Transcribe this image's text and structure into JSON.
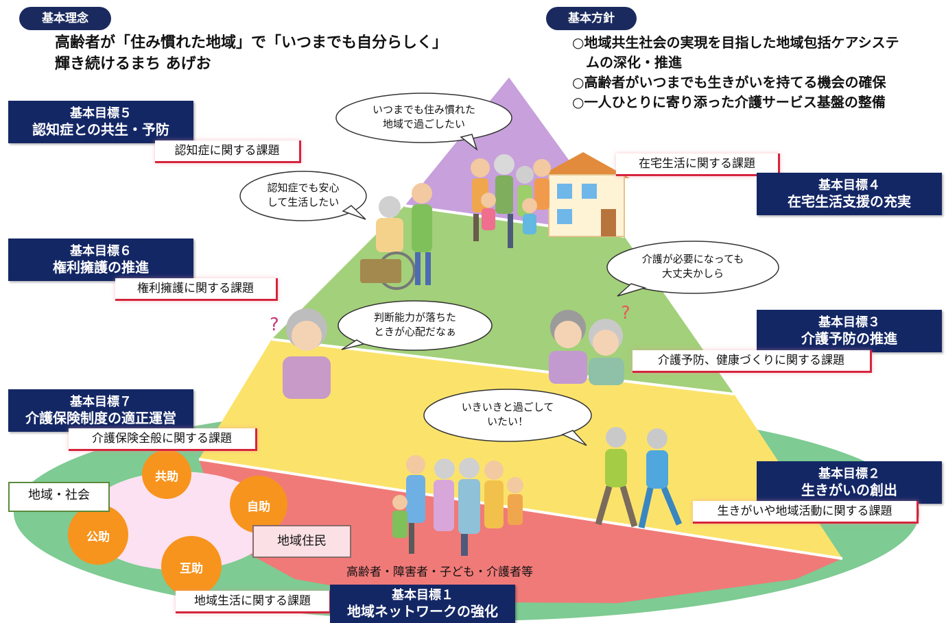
{
  "basic_philosophy": {
    "label": "基本理念",
    "line1": "高齢者が「住み慣れた地域」で「いつまでも自分らしく」",
    "line2": "輝き続けるまち あげお"
  },
  "basic_policy": {
    "label": "基本方針",
    "items": [
      "○地域共生社会の実現を目指した地域包括ケアシステ",
      "　ムの深化・推進",
      "○高齢者がいつまでも生きがいを持てる機会の確保",
      "○一人ひとりに寄り添った介護サービス基盤の整備"
    ]
  },
  "goals": {
    "g1": {
      "num": "基本目標１",
      "title": "地域ネットワークの強化",
      "tag": "地域生活に関する課題"
    },
    "g2": {
      "num": "基本目標２",
      "title": "生きがいの創出",
      "tag": "生きがいや地域活動に関する課題"
    },
    "g3": {
      "num": "基本目標３",
      "title": "介護予防の推進",
      "tag": "介護予防、健康づくりに関する課題"
    },
    "g4": {
      "num": "基本目標４",
      "title": "在宅生活支援の充実",
      "tag": "在宅生活に関する課題"
    },
    "g5": {
      "num": "基本目標５",
      "title": "認知症との共生・予防",
      "tag": "認知症に関する課題"
    },
    "g6": {
      "num": "基本目標６",
      "title": "権利擁護の推進",
      "tag": "権利擁護に関する課題"
    },
    "g7": {
      "num": "基本目標７",
      "title": "介護保険制度の適正運営",
      "tag": "介護保険全般に関する課題"
    }
  },
  "bubbles": {
    "b1": "いつまでも住み慣れた\n地域で過ごしたい",
    "b2": "認知症でも安心\nして生活したい",
    "b3": "介護が必要になっても\n大丈夫かしら",
    "b4": "判断能力が落ちた\nときが心配だなぁ",
    "b5": "いきいきと過ごして\nいたい！"
  },
  "support": {
    "kyojo": "共助",
    "jijo": "自助",
    "kojo": "公助",
    "gojo": "互助",
    "region_society": "地域・社会",
    "local_residents": "地域住民"
  },
  "bottom_label": "高齢者・障害者・子ども・介護者等",
  "colors": {
    "navy": "#142765",
    "purple": "#c7a0dc",
    "green": "#a3d07a",
    "yellow": "#fbe36b",
    "red": "#f07a78",
    "ground": "#7ecb93",
    "orange": "#f7941d",
    "accent_red": "#d5243c"
  }
}
